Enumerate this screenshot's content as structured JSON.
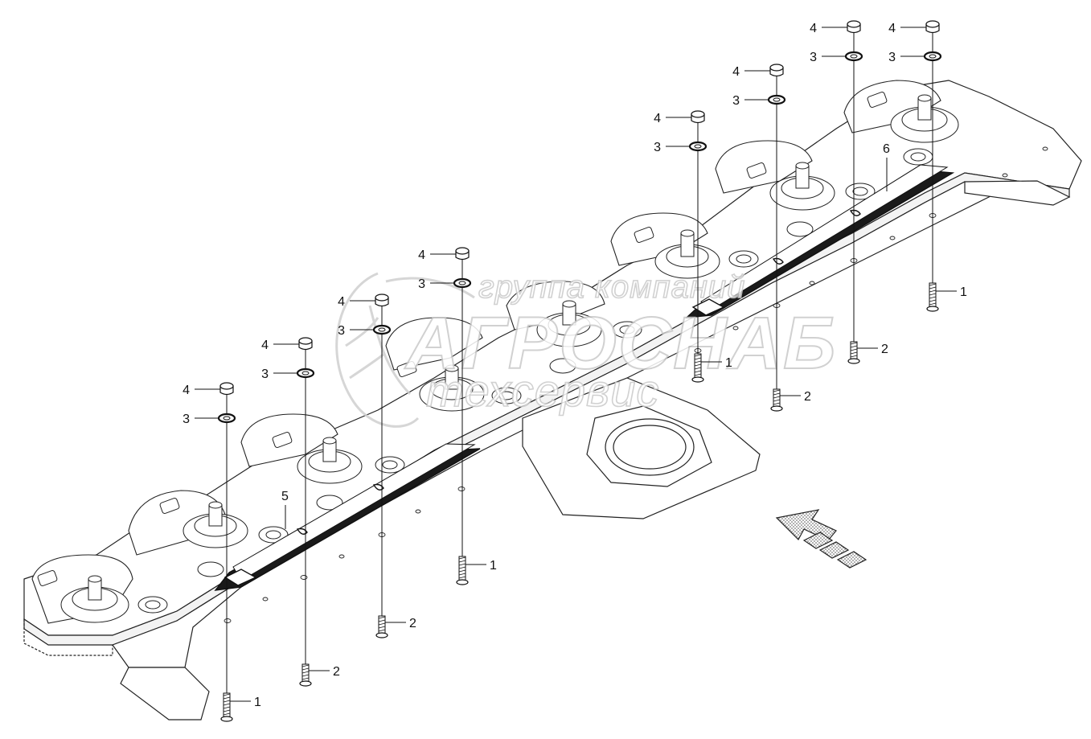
{
  "diagram": {
    "part_labels": {
      "bolt": "1",
      "bolt_short": "2",
      "washer": "3",
      "nut": "4",
      "guard_left": "5",
      "guard_right": "6"
    },
    "watermark": {
      "line1": "группа компаний",
      "line2": "АГРОСНАБ",
      "line3": "техсервис"
    },
    "direction_arrow": "travel-direction-arrow-icon"
  }
}
